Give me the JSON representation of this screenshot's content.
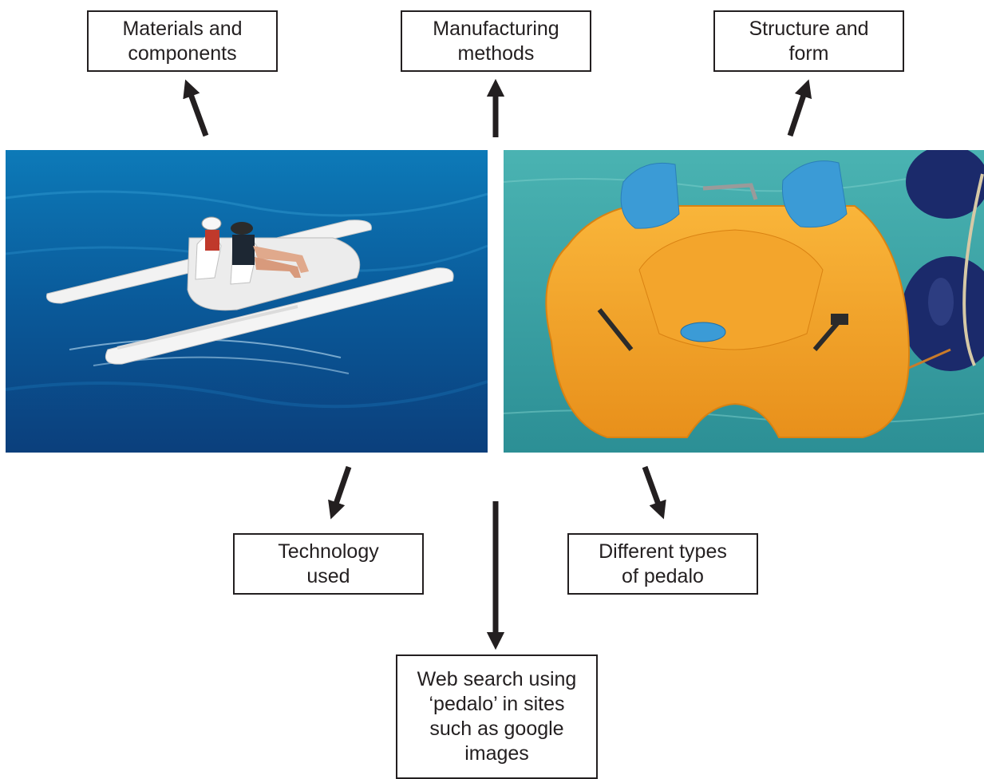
{
  "title": "",
  "boxes": {
    "materials": "Materials and\ncomponents",
    "manufacturing": "Manufacturing\nmethods",
    "structure": "Structure and\nform",
    "technology": "Technology\nused",
    "types": "Different types\nof pedalo",
    "web_search": "Web search using\n‘pedalo’ in sites\nsuch as google\nimages"
  },
  "colors": {
    "ink": "#231f20",
    "sea_blue": "#0a5a9a",
    "sea_teal": "#3aa7a6",
    "boat_white": "#f2f2f2",
    "boat_orange": "#f6a623",
    "seat_blue": "#3b9bd6",
    "buoy_navy": "#1b2a6b"
  },
  "photos": {
    "left": "white-catamaran-pedalo-photo",
    "right": "orange-pedalo-photo"
  }
}
